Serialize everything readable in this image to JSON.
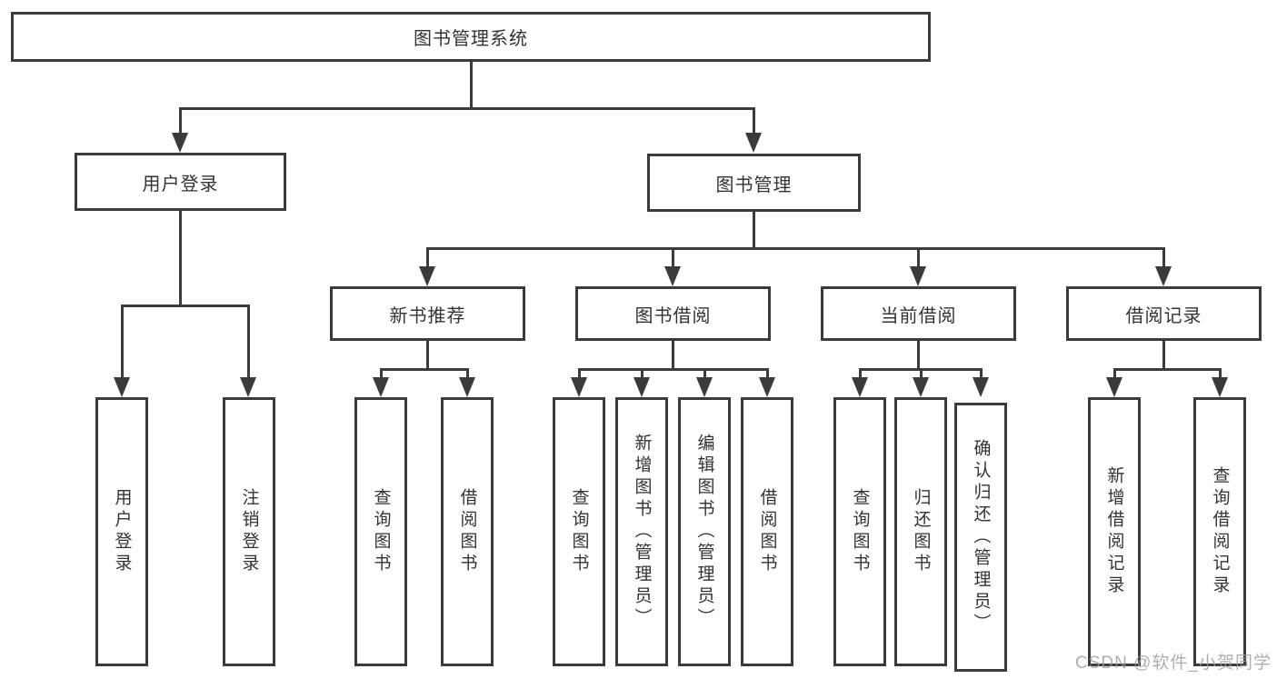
{
  "colors": {
    "line": "#3b3b3b",
    "border": "#3b3b3b",
    "text": "#333333",
    "background": "#ffffff",
    "watermark": "#9b9b9b"
  },
  "root": {
    "label": "图书管理系统"
  },
  "level1": [
    {
      "label": "用户登录"
    },
    {
      "label": "图书管理"
    }
  ],
  "level2": [
    {
      "label": "新书推荐"
    },
    {
      "label": "图书借阅"
    },
    {
      "label": "当前借阅"
    },
    {
      "label": "借阅记录"
    }
  ],
  "leaves": {
    "login": [
      "用户登录",
      "注销登录"
    ],
    "new_books": [
      "查询图书",
      "借阅图书"
    ],
    "book_borrow": [
      "查询图书",
      "新增图书（管理员）",
      "编辑图书（管理员）",
      "借阅图书"
    ],
    "current_borrow": [
      "查询图书",
      "归还图书",
      "确认归还（管理员）"
    ],
    "borrow_records": [
      "新增借阅记录",
      "查询借阅记录"
    ]
  },
  "watermark": {
    "text": "CSDN @软件_小贺同学"
  }
}
